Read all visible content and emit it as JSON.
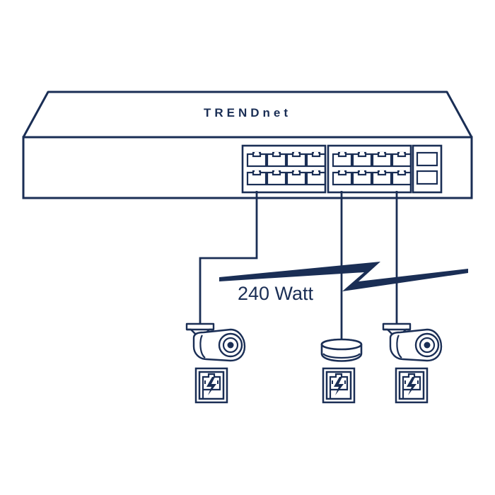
{
  "brand": {
    "logo_text": "TRENDnet"
  },
  "power_label": "240 Watt",
  "colors": {
    "ink": "#1a2e55",
    "background": "#ffffff"
  },
  "devices": [
    {
      "name": "camera-left",
      "icon": "bullet-camera-icon"
    },
    {
      "name": "access-point",
      "icon": "access-point-icon"
    },
    {
      "name": "camera-right",
      "icon": "bullet-camera-icon"
    }
  ],
  "badges": [
    {
      "icon": "poe-badge-icon"
    },
    {
      "icon": "poe-badge-icon"
    },
    {
      "icon": "poe-badge-icon"
    }
  ]
}
